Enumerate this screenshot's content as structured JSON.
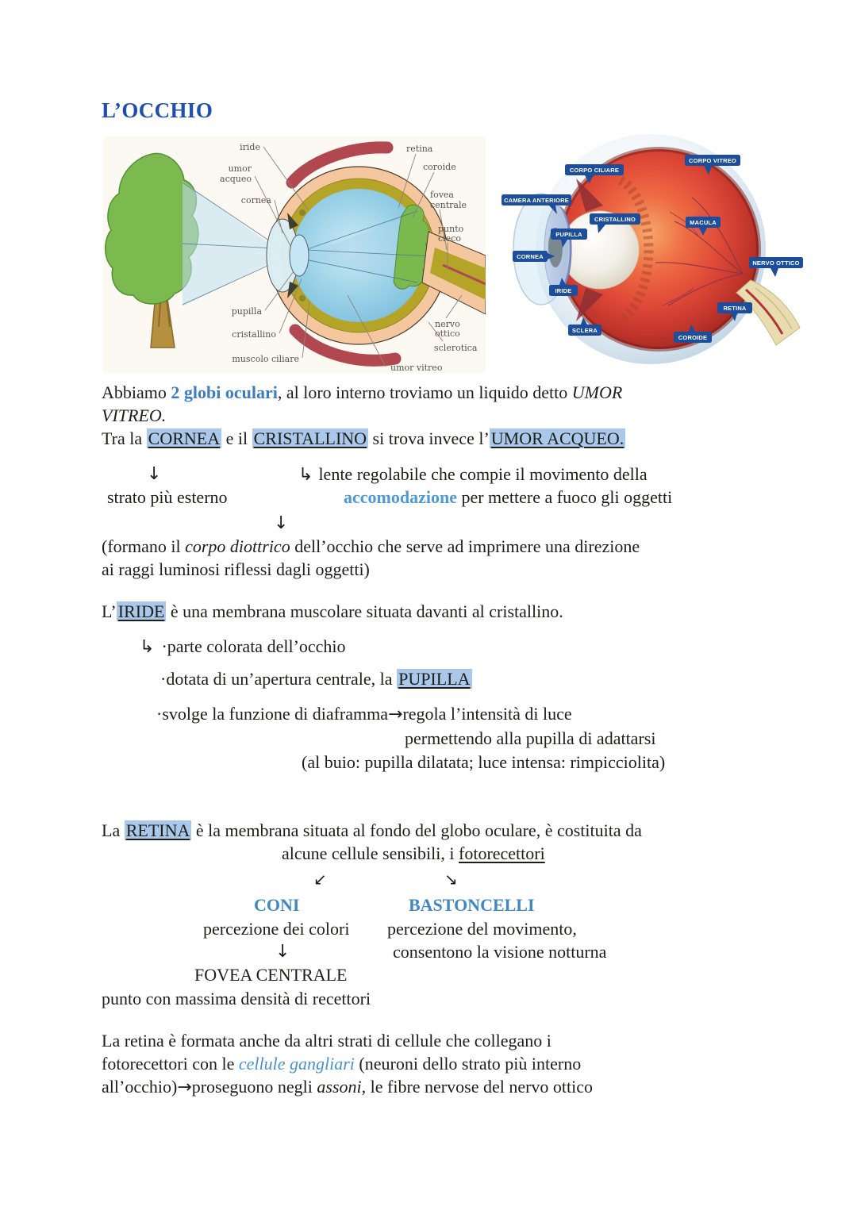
{
  "page": {
    "title": "L’OCCHIO"
  },
  "glyphs": {
    "down": "↓",
    "hook": "↳",
    "sw": "↙",
    "se": "↘",
    "right": "→"
  },
  "colors": {
    "title_blue": "#1e4fae",
    "accent_blue": "#3c7cc0",
    "light_blue": "#4e9bd4",
    "highlight": "#a9c8ea",
    "tag_navy": "#1d4e9b"
  },
  "left_diagram": {
    "labels": {
      "iride": "iride",
      "umor1": "umor",
      "umor2": "acqueo",
      "cornea": "cornea",
      "pupilla": "pupilla",
      "cristallino": "cristallino",
      "muscolo": "muscolo ciliare",
      "retina": "retina",
      "coroide": "coroide",
      "fovea1": "fovea",
      "fovea2": "centrale",
      "punto1": "punto",
      "punto2": "cieco",
      "nervo1": "nervo",
      "nervo2": "ottico",
      "sclerotica": "sclerotica",
      "umorvitreo": "umor vitreo"
    }
  },
  "right_diagram": {
    "labels": {
      "corpo_ciliare": "CORPO CILIARE",
      "corpo_vitreo": "CORPO VITREO",
      "camera_anteriore": "CAMERA ANTERIORE",
      "cristallino": "CRISTALLINO",
      "macula": "MACULA",
      "pupilla": "PUPILLA",
      "cornea": "CORNEA",
      "nervo_ottico": "NERVO OTTICO",
      "iride": "IRIDE",
      "retina": "RETINA",
      "sclera": "SCLERA",
      "coroide": "COROIDE"
    }
  },
  "notes": {
    "p1a": "Abbiamo ",
    "p1b": "2 globi oculari",
    "p1c": ", al loro interno troviamo un liquido detto ",
    "p1d": "UMOR",
    "p1e": "VITREO.",
    "p2a": "Tra la ",
    "p2b": "CORNEA",
    "p2c": " e il ",
    "p2d": "CRISTALLINO",
    "p2e": " si trova invece l’",
    "p2f": "UMOR ACQUEO.",
    "b1_text": "lente regolabile che compie il movimento della",
    "b2_left": "strato più esterno",
    "b2_blue": "accomodazione",
    "b2_rest": " per mettere a fuoco gli oggetti",
    "b4a": "(formano il ",
    "b4b": "corpo diottrico",
    "b4c": " dell’occhio che serve ad imprimere una direzione",
    "b5": "ai raggi luminosi riflessi dagli oggetti)",
    "c1a": "L’",
    "c1b": "IRIDE",
    "c1c": " è una membrana muscolare situata davanti al cristallino.",
    "c2": "·parte colorata dell’occhio",
    "c3a": "·dotata di un’apertura centrale, la ",
    "c3b": "PUPILLA",
    "c4a": "·svolge la funzione di diaframma",
    "c4b": "regola l’intensità di luce",
    "c5": "permettendo alla pupilla di adattarsi",
    "c6": "(al buio: pupilla dilatata; luce intensa: rimpicciolita)",
    "d1a": "La ",
    "d1b": "RETINA",
    "d1c": " è la membrana situata al fondo del globo oculare, è costituita da",
    "d2a": "alcune cellule sensibili, i ",
    "d2b": "fotorecettori",
    "d4a": "CONI",
    "d4b": "BASTONCELLI",
    "d5a": "percezione dei colori",
    "d5b": "percezione del movimento,",
    "d6b": "consentono la visione notturna",
    "d7": "FOVEA CENTRALE",
    "d8": "punto con massima densità di recettori",
    "e1": "La retina è formata anche da altri strati di cellule che collegano i",
    "e2a": "fotorecettori con le ",
    "e2b": "cellule gangliari",
    "e2c": " (neuroni dello strato più interno",
    "e3a": "all’occhio)",
    "e3b": "proseguono negli ",
    "e3c": "assoni",
    "e3d": ", le fibre nervose del nervo ottico"
  }
}
